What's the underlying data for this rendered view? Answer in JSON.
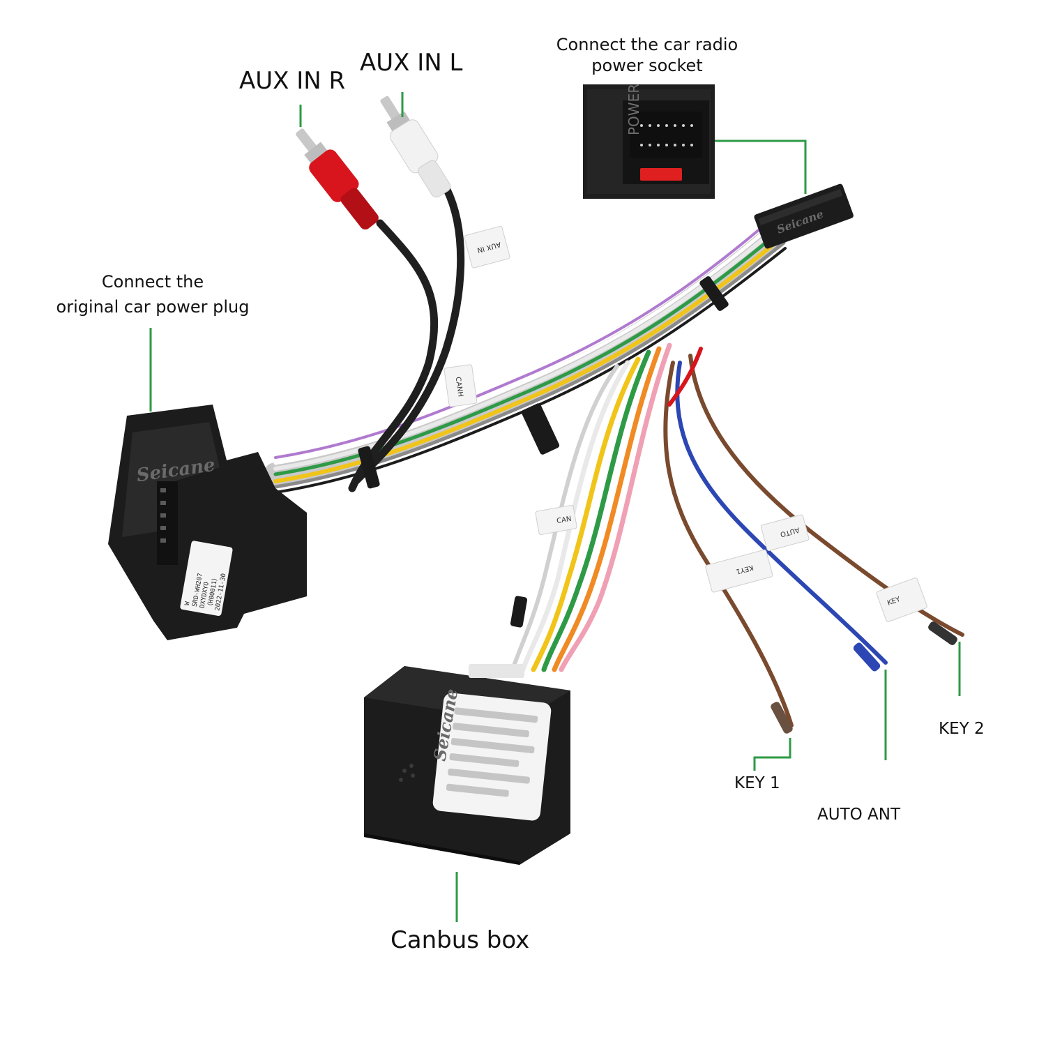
{
  "labels": {
    "aux_in_r": "AUX IN R",
    "aux_in_l": "AUX IN L",
    "radio_socket_line1": "Connect the car radio",
    "radio_socket_line2": "power socket",
    "car_plug_line1": "Connect the",
    "car_plug_line2": "original car power plug",
    "canbus_box": "Canbus box",
    "key1": "KEY 1",
    "key2": "KEY 2",
    "auto_ant": "AUTO ANT"
  },
  "photo_text": {
    "brand_mark": "Seicane",
    "power_socket_panel_text": "POWER",
    "connector_label_line1": "W",
    "connector_label_line2": "SRD-WH207",
    "connector_label_line3": "DXYDXYO",
    "connector_label_line4": "（H00011）",
    "connector_label_line5": "2022-11-30",
    "tag_canh": "CANH",
    "tag_can": "CAN",
    "tag_aux": "AUX IN",
    "tag_key1": "KEY1",
    "tag_key2": "KEY",
    "tag_auto": "AUTO"
  },
  "colors": {
    "leader_line": "#2e9a46",
    "connector_body": "#1c1c1c",
    "rca_red": "#d8141c",
    "rca_white": "#f2f2f2",
    "wire_brown": "#7a4a2e",
    "wire_blue": "#2c47b3",
    "wire_red": "#d8141c",
    "wire_yellow": "#f0c419",
    "wire_green": "#2e9a46",
    "wire_orange": "#f08a24",
    "wire_white": "#e8e8e8",
    "wire_gray": "#8a8a8a",
    "wire_pink": "#f0a0b4",
    "wire_violet": "#b07ad0",
    "label_sticker": "#f4f4f4"
  }
}
